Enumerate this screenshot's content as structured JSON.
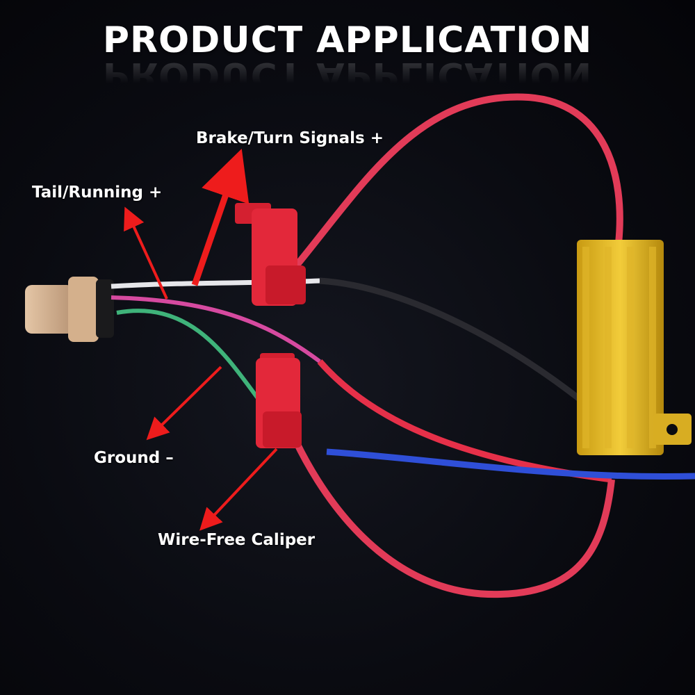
{
  "title": "PRODUCT APPLICATION",
  "labels": {
    "brake_turn": "Brake/Turn Signals +",
    "tail_running": "Tail/Running +",
    "ground": "Ground –",
    "caliper": "Wire-Free Caliper"
  }
}
